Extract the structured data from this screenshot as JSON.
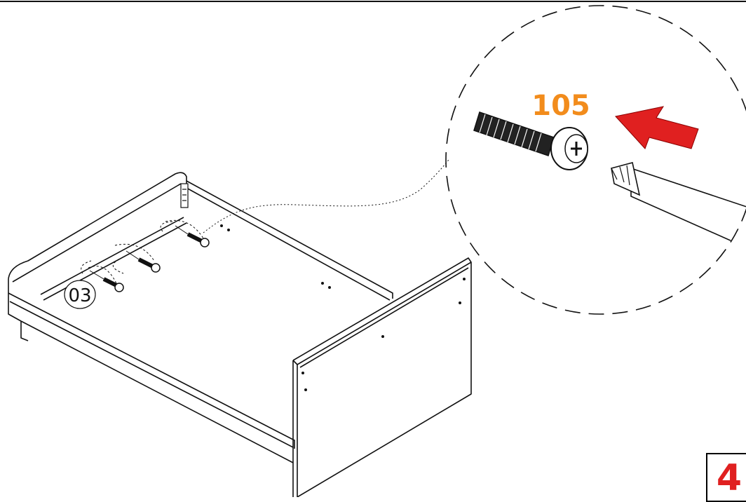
{
  "diagram": {
    "callout_part_number": "105",
    "part_label": "03",
    "step_number": "4",
    "colors": {
      "part_number": "#f28c1c",
      "arrow": "#e02020",
      "step_number": "#e02020",
      "line": "#111111"
    },
    "icons": [
      "screw-icon",
      "screwdriver-icon",
      "insert-arrow-icon"
    ]
  }
}
